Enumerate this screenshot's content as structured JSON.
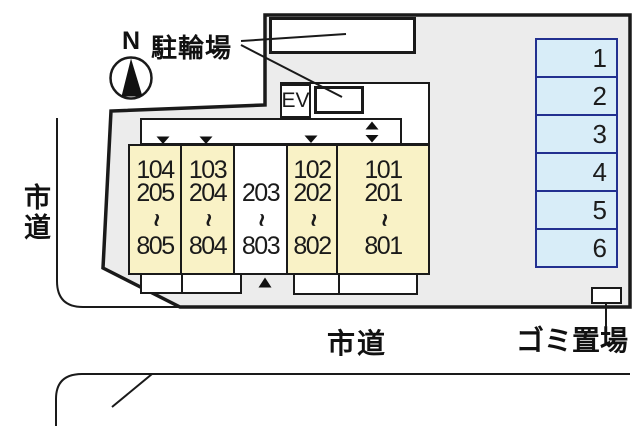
{
  "labels": {
    "north": "N",
    "bike_parking": "駐輪場",
    "elevator": "EV",
    "road_left": "市道",
    "road_bottom": "市道",
    "garbage": "ゴミ置場"
  },
  "building": {
    "range_symbol": "~",
    "units": [
      {
        "floor1": "104",
        "floor2": "205",
        "floor8": "805"
      },
      {
        "floor1": "103",
        "floor2": "204",
        "floor8": "804"
      },
      {
        "floor2": "203",
        "floor8": "803"
      },
      {
        "floor1": "102",
        "floor2": "202",
        "floor8": "802"
      },
      {
        "floor1": "101",
        "floor2": "201",
        "floor8": "801"
      }
    ]
  },
  "parking": {
    "spaces": [
      {
        "number": "1"
      },
      {
        "number": "2"
      },
      {
        "number": "3"
      },
      {
        "number": "4"
      },
      {
        "number": "5"
      },
      {
        "number": "6"
      }
    ]
  },
  "colors": {
    "site_fill": "#ececec",
    "unit_fill": "#f9f2c6",
    "parking_fill": "#d8edf8",
    "parking_border": "#223090",
    "line": "#1a1a1a"
  }
}
